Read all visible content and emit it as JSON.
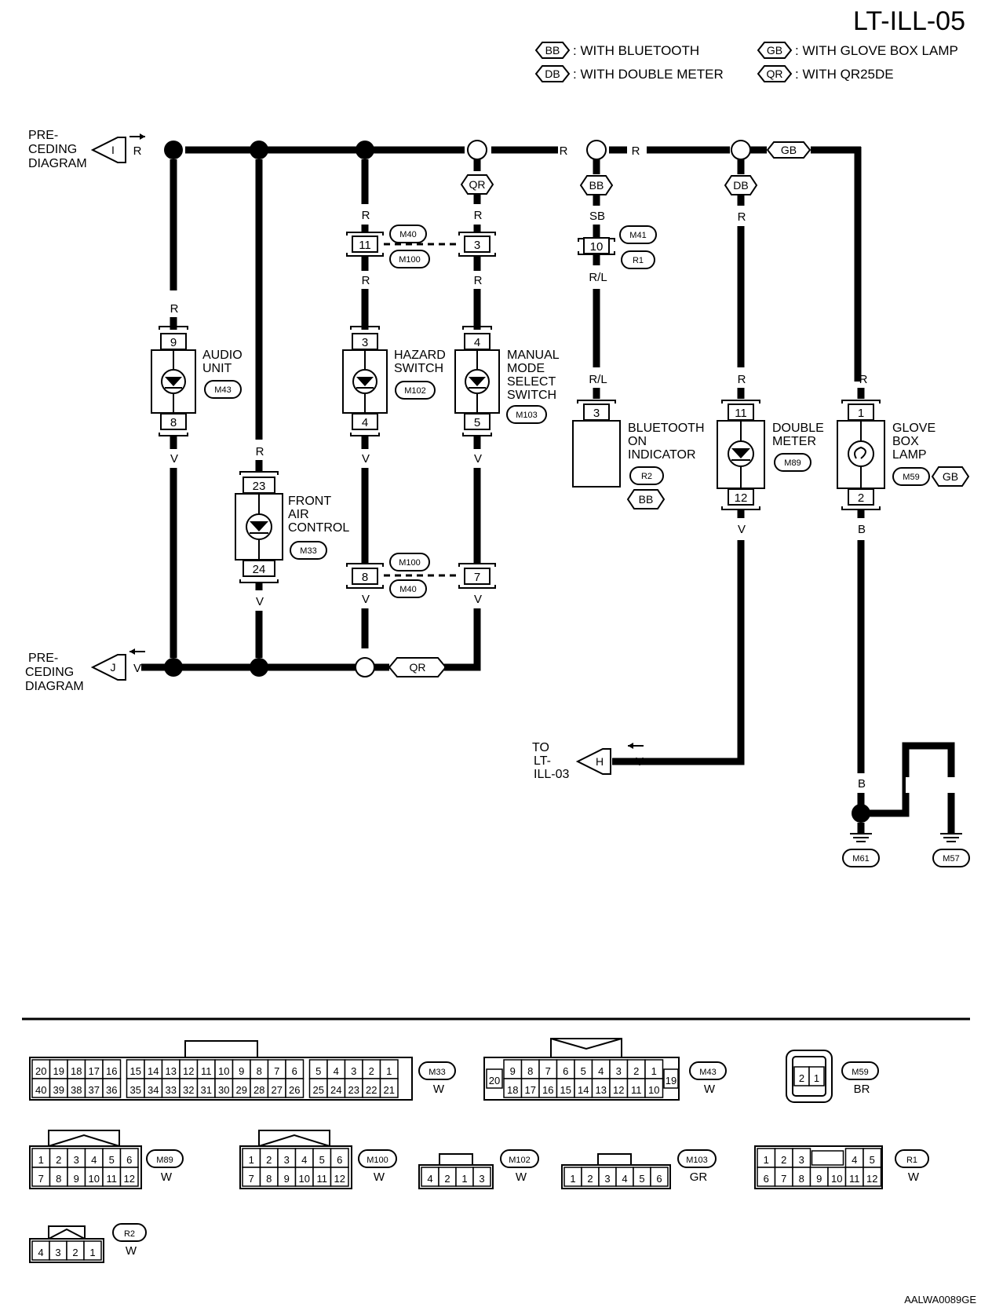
{
  "page_id": "LT-ILL-05",
  "figure_code": "AALWA0089GE",
  "legend": [
    {
      "tag": "BB",
      "text": ": WITH BLUETOOTH"
    },
    {
      "tag": "DB",
      "text": ": WITH DOUBLE METER"
    },
    {
      "tag": "GB",
      "text": ": WITH GLOVE BOX LAMP"
    },
    {
      "tag": "QR",
      "text": ": WITH QR25DE"
    }
  ],
  "offpage": {
    "in_top": {
      "letter": "I",
      "lines": [
        "PRE-",
        "CEDING",
        "DIAGRAM"
      ]
    },
    "in_bottom": {
      "letter": "J",
      "lines": [
        "PRE-",
        "CEDING",
        "DIAGRAM"
      ]
    },
    "out_h": {
      "letter": "H",
      "lines": [
        "TO",
        "LT-",
        "ILL-03"
      ]
    }
  },
  "wire_colors": {
    "R": "R",
    "V": "V",
    "SB": "SB",
    "RL": "R/L",
    "B": "B"
  },
  "option_tags": {
    "BB": "BB",
    "DB": "DB",
    "GB": "GB",
    "QR": "QR"
  },
  "components": {
    "audio_unit": {
      "lines": [
        "AUDIO",
        "UNIT"
      ],
      "connector": "M43",
      "pin_top": "9",
      "pin_bottom": "8"
    },
    "front_air_control": {
      "lines": [
        "FRONT",
        "AIR",
        "CONTROL"
      ],
      "connector": "M33",
      "pin_top": "23",
      "pin_bottom": "24"
    },
    "hazard_switch": {
      "lines": [
        "HAZARD",
        "SWITCH"
      ],
      "connector": "M102",
      "pin_top": "3",
      "pin_bottom": "4"
    },
    "manual_mode_select_switch": {
      "lines": [
        "MANUAL",
        "MODE",
        "SELECT",
        "SWITCH"
      ],
      "connector": "M103",
      "pin_top": "4",
      "pin_bottom": "5"
    },
    "bluetooth_on_indicator": {
      "lines": [
        "BLUETOOTH",
        "ON",
        "INDICATOR"
      ],
      "connector": "R2",
      "pin": "3",
      "tag": "BB"
    },
    "double_meter": {
      "lines": [
        "DOUBLE",
        "METER"
      ],
      "connector": "M89",
      "pin_top": "11",
      "pin_bottom": "12"
    },
    "glove_box_lamp": {
      "lines": [
        "GLOVE",
        "BOX",
        "LAMP"
      ],
      "connector": "M59",
      "tag": "GB",
      "pin_top": "1",
      "pin_bottom": "2"
    }
  },
  "joints": {
    "upper": {
      "conn_a": "M40",
      "conn_b": "M100",
      "pin_a": "11",
      "pin_b": "3"
    },
    "lower": {
      "conn_a": "M100",
      "conn_b": "M40",
      "pin_a": "8",
      "pin_b": "7"
    },
    "bt": {
      "conn_a": "M41",
      "conn_b": "R1",
      "pin": "10"
    }
  },
  "grounds": [
    "M61",
    "M57"
  ],
  "connectors": {
    "M33": {
      "id": "M33",
      "color": "W",
      "row1": [
        "20",
        "19",
        "18",
        "17",
        "16",
        "15",
        "14",
        "13",
        "12",
        "11",
        "10",
        "9",
        "8",
        "7",
        "6",
        "5",
        "4",
        "3",
        "2",
        "1"
      ],
      "row2": [
        "40",
        "39",
        "38",
        "37",
        "36",
        "35",
        "34",
        "33",
        "32",
        "31",
        "30",
        "29",
        "28",
        "27",
        "26",
        "25",
        "24",
        "23",
        "22",
        "21"
      ]
    },
    "M43": {
      "id": "M43",
      "color": "W",
      "row1": [
        "9",
        "8",
        "7",
        "6",
        "5",
        "4",
        "3",
        "2",
        "1"
      ],
      "row2": [
        "18",
        "17",
        "16",
        "15",
        "14",
        "13",
        "12",
        "11",
        "10"
      ],
      "left": "20",
      "right": "19"
    },
    "M59": {
      "id": "M59",
      "color": "BR",
      "pins": [
        "2",
        "1"
      ]
    },
    "M89": {
      "id": "M89",
      "color": "W",
      "row1": [
        "1",
        "2",
        "3",
        "4",
        "5",
        "6"
      ],
      "row2": [
        "7",
        "8",
        "9",
        "10",
        "11",
        "12"
      ]
    },
    "M100": {
      "id": "M100",
      "color": "W",
      "row1": [
        "1",
        "2",
        "3",
        "4",
        "5",
        "6"
      ],
      "row2": [
        "7",
        "8",
        "9",
        "10",
        "11",
        "12"
      ]
    },
    "M102": {
      "id": "M102",
      "color": "W",
      "pins": [
        "4",
        "2",
        "1",
        "3"
      ]
    },
    "M103": {
      "id": "M103",
      "color": "GR",
      "pins": [
        "1",
        "2",
        "3",
        "4",
        "5",
        "6"
      ]
    },
    "R1": {
      "id": "R1",
      "color": "W",
      "row1": [
        "1",
        "2",
        "3",
        "4",
        "5"
      ],
      "row2": [
        "6",
        "7",
        "8",
        "9",
        "10",
        "11",
        "12"
      ]
    },
    "R2": {
      "id": "R2",
      "color": "W",
      "pins": [
        "4",
        "3",
        "2",
        "1"
      ]
    }
  }
}
